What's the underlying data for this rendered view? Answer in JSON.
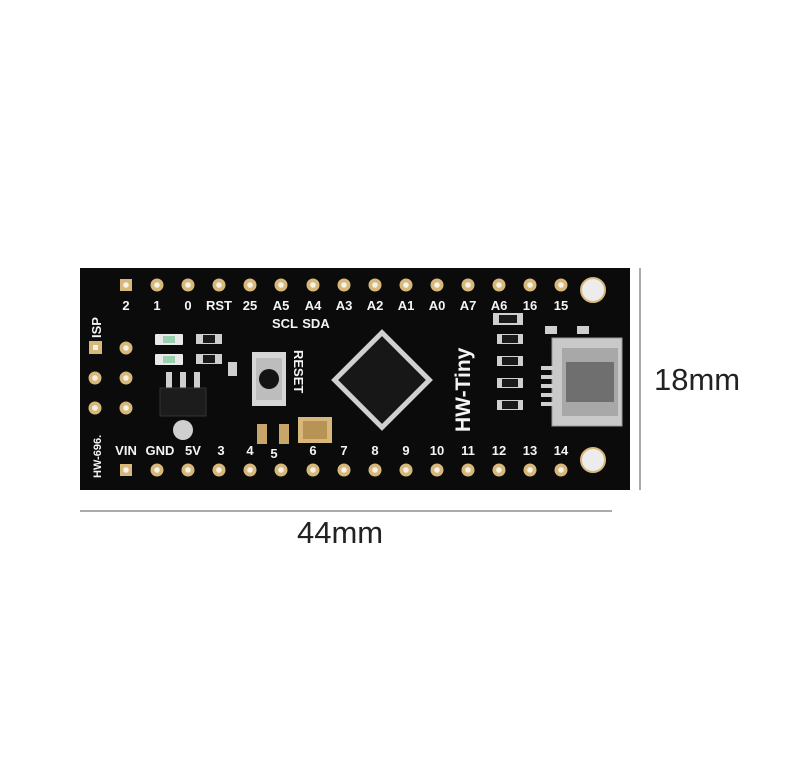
{
  "board": {
    "brand_text": "HW-Tiny",
    "model_text": "HW-696.",
    "isp_label": "ISP",
    "reset_label": "RESET",
    "top_pins": [
      "2",
      "1",
      "0",
      "RST",
      "25",
      "A5",
      "A4",
      "A3",
      "A2",
      "A1",
      "A0",
      "A7",
      "A6",
      "16",
      "15"
    ],
    "top_sub_labels": [
      "SCL",
      "SDA"
    ],
    "bottom_pins": [
      "VIN",
      "GND",
      "5V",
      "3",
      "4",
      "5",
      "6",
      "7",
      "8",
      "9",
      "10",
      "11",
      "12",
      "13",
      "14"
    ],
    "colors": {
      "pcb": "#0b0b0b",
      "silk": "#f4f4f4",
      "pad_gold": "#d8b77a",
      "pad_hole": "#f6f1e6"
    }
  },
  "dimensions": {
    "width_label": "44mm",
    "height_label": "18mm"
  }
}
